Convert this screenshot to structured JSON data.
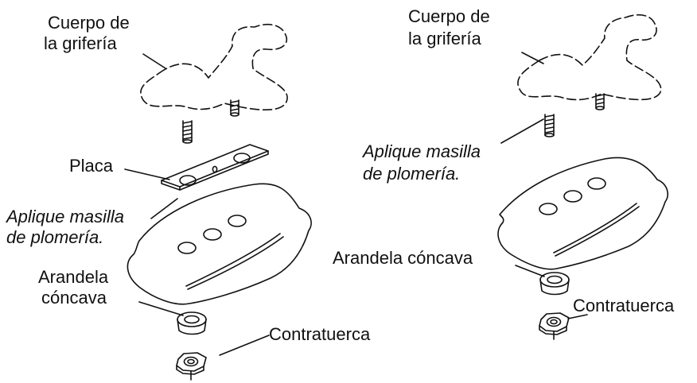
{
  "left": {
    "label_body_line1": "Cuerpo de",
    "label_body_line2": "la grifería",
    "label_plate": "Placa",
    "label_putty_line1": "Aplique masilla",
    "label_putty_line2": "de plomería.",
    "label_washer_line1": "Arandela",
    "label_washer_line2": "cóncava",
    "label_locknut": "Contratuerca"
  },
  "right": {
    "label_body_line1": "Cuerpo de",
    "label_body_line2": "la grifería",
    "label_putty_line1": "Aplique masilla",
    "label_putty_line2": "de plomería.",
    "label_washer": "Arandela cóncava",
    "label_locknut": "Contratuerca"
  },
  "colors": {
    "line": "#111111",
    "background": "#ffffff"
  }
}
